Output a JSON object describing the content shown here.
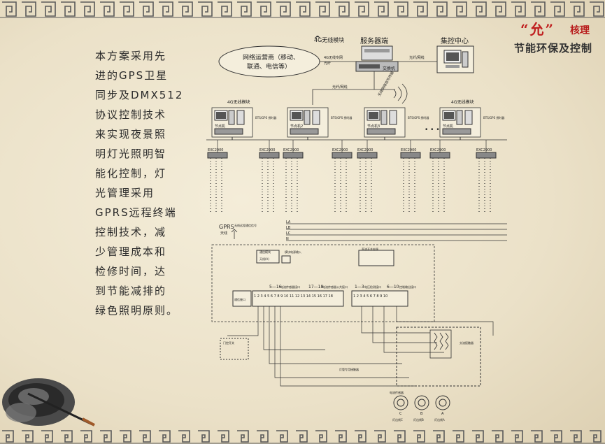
{
  "branding": {
    "logo_text": "“允”",
    "logo_tag": "核理",
    "slogan": "节能环保及控制"
  },
  "description_lines": [
    "本方案采用先",
    "进的GPS卫星",
    "同步及DMX512",
    "协议控制技术",
    "来实现夜景照",
    "明灯光照明智",
    "能化控制，灯",
    "光管理采用",
    "GPRS远程终端",
    "控制技术，减",
    "少管理成本和",
    "检修时间，达",
    "到节能减排的",
    "绿色照明原则。"
  ],
  "diagram": {
    "module_4g_top": "4G无线模块",
    "server_title": "服务器端",
    "control_center_title": "集控中心",
    "operator_line1": "网络运营商（移动、",
    "operator_line2": "联通、电信等）",
    "link_4g_net": "4G无线专网",
    "link_fiber1": "光纤",
    "link_fiber_net1": "光纤/网线",
    "link_fiber_net2": "光纤/网线",
    "switch_label": "交换机",
    "wireless_label": "无线网络信号传输",
    "module_4g_left": "4G无线模块",
    "module_4g_right": "4G无线模块",
    "node_labels": [
      "节点机",
      "节点机2",
      "节点机3",
      "节点机"
    ],
    "bts_labels": [
      "BTS/GPS\n授时器",
      "BTS/GPS\n授时器",
      "BTS/GPS\n授时器",
      "BTS/GPS\n授时器"
    ],
    "dots": "• • •",
    "exc_labels": [
      "EXC2900",
      "EXC2900",
      "EXC2900",
      "EXC2900",
      "EXC2900",
      "EXC2900",
      "EXC2900",
      "EXC2900"
    ],
    "gprs_label": "GPRS",
    "gprs_sub": "天线",
    "gprs_note": "无线远程通信信号",
    "phase_labels": [
      "LA",
      "LB",
      "LC",
      "N"
    ],
    "comm_label": "通信模块",
    "comm_sub": "天线(A)",
    "module_input": "模块电源输入",
    "dc_power": "直流开关电源",
    "terminal_5_16": "5—16",
    "terminal_5_16_sub": "电流传感器接口",
    "terminal_17_18": "17—18",
    "terminal_17_18_sub": "电流传感器公共接口",
    "terminal_1_3": "1—3",
    "terminal_1_3_sub": "电压检测接口",
    "terminal_6_10": "6—10",
    "terminal_6_10_sub": "控制输出接口",
    "control_unit": "通信接口",
    "terminal_numbers_left": "1 2 3 4 5 6 7 8 9 10 11 12 13 14 15 16 17 18",
    "terminal_numbers_right": "1 2 3 4 5 6 7 8 9 10",
    "door_switch": "门控开关",
    "ac_contactor": "交流接触器",
    "light_cabinet": "灯管专用接触器",
    "current_sensor": "电流传感器",
    "out_a": "灯出线A",
    "out_b": "灯出线B",
    "out_c": "灯出线C",
    "out_abc": [
      "C",
      "B",
      "A"
    ]
  }
}
